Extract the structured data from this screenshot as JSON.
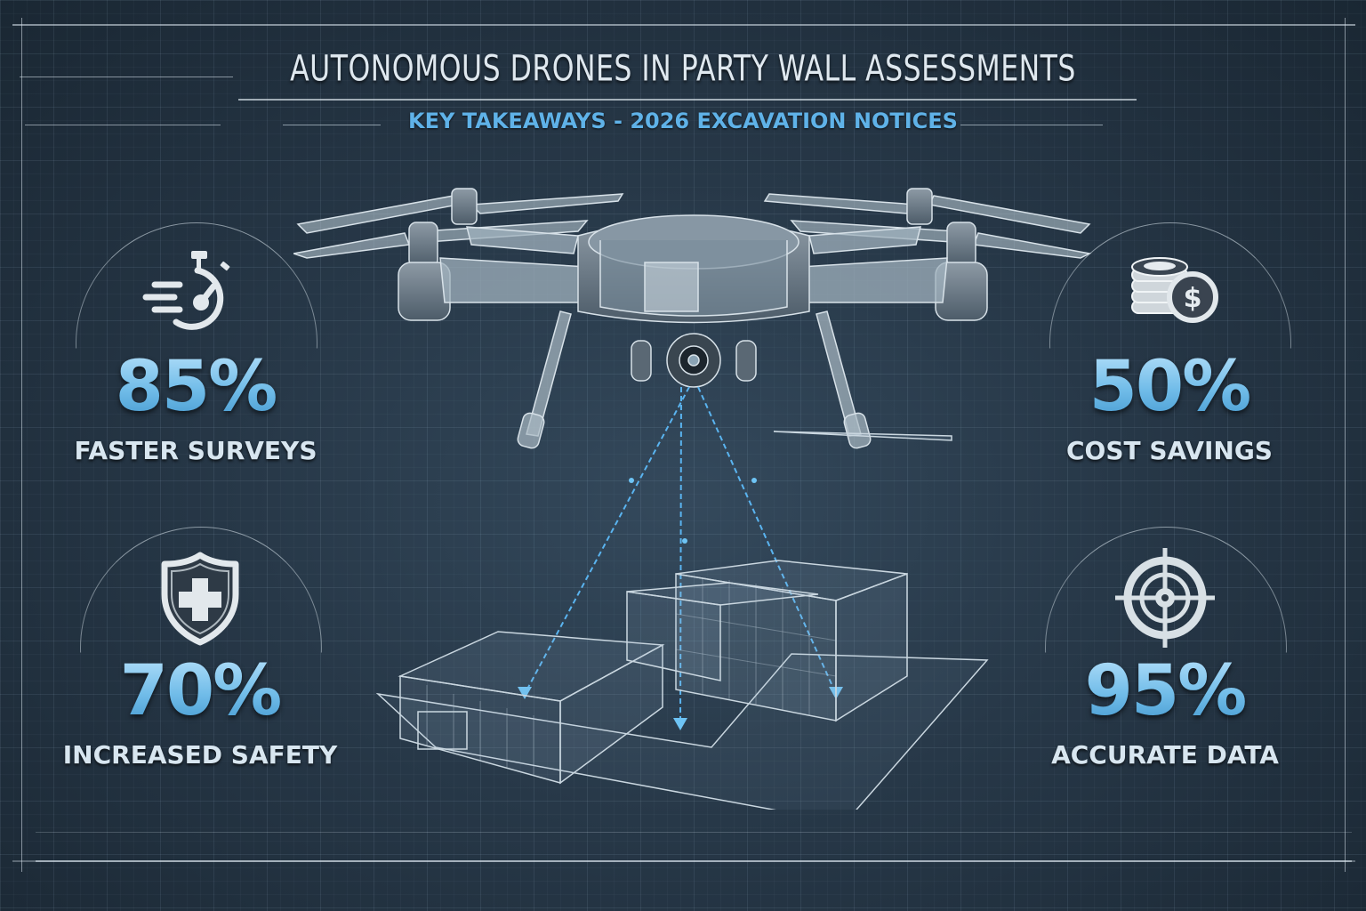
{
  "header": {
    "title": "AUTONOMOUS DRONES IN PARTY WALL ASSESSMENTS",
    "subtitle": "KEY TAKEAWAYS - 2026 EXCAVATION NOTICES"
  },
  "stats": [
    {
      "value": "85%",
      "label": "FASTER SURVEYS",
      "icon": "stopwatch-icon"
    },
    {
      "value": "50%",
      "label": "COST SAVINGS",
      "icon": "coins-dollar-icon"
    },
    {
      "value": "70%",
      "label": "INCREASED SAFETY",
      "icon": "shield-cross-icon"
    },
    {
      "value": "95%",
      "label": "ACCURATE DATA",
      "icon": "target-crosshair-icon"
    }
  ],
  "illustration": {
    "drone": "quadcopter-wireframe",
    "scan_target": "buildings-wireframe"
  },
  "colors": {
    "background": "#273848",
    "accent_blue": "#6fbbe8",
    "text_light": "#dfe8ef",
    "scan_line": "#5ab4f0"
  }
}
